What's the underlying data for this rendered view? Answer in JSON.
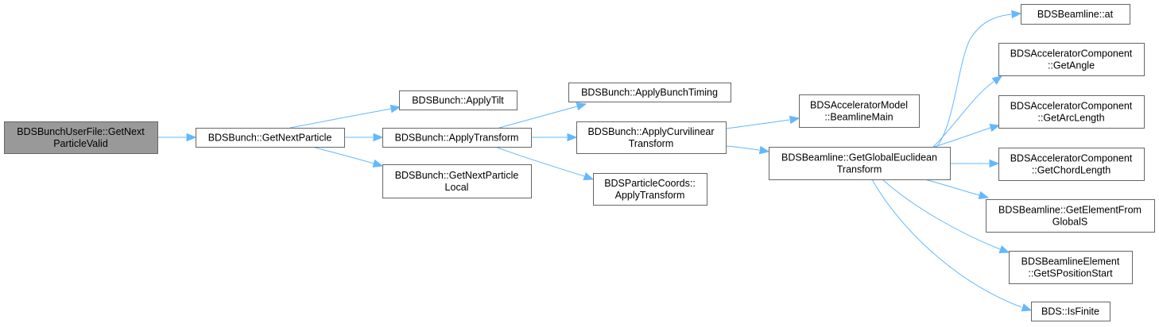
{
  "graph": {
    "edge_color": "#63b8ff",
    "node_border_color": "#666666",
    "root_fill_color": "#999999",
    "nodes": [
      {
        "id": "n0",
        "lines": [
          "BDSBunchUserFile::GetNext",
          "ParticleValid"
        ],
        "root": true
      },
      {
        "id": "n1",
        "lines": [
          "BDSBunch::GetNextParticle"
        ]
      },
      {
        "id": "n2",
        "lines": [
          "BDSBunch::ApplyTilt"
        ]
      },
      {
        "id": "n3",
        "lines": [
          "BDSBunch::ApplyTransform"
        ]
      },
      {
        "id": "n4",
        "lines": [
          "BDSBunch::GetNextParticle",
          "Local"
        ]
      },
      {
        "id": "n5",
        "lines": [
          "BDSBunch::ApplyBunchTiming"
        ]
      },
      {
        "id": "n6",
        "lines": [
          "BDSBunch::ApplyCurvilinear",
          "Transform"
        ]
      },
      {
        "id": "n7",
        "lines": [
          "BDSParticleCoords::",
          "ApplyTransform"
        ]
      },
      {
        "id": "n8",
        "lines": [
          "BDSAcceleratorModel",
          "::BeamlineMain"
        ]
      },
      {
        "id": "n9",
        "lines": [
          "BDSBeamline::GetGlobalEuclidean",
          "Transform"
        ]
      },
      {
        "id": "n10",
        "lines": [
          "BDSBeamline::at"
        ]
      },
      {
        "id": "n11",
        "lines": [
          "BDSAcceleratorComponent",
          "::GetAngle"
        ]
      },
      {
        "id": "n12",
        "lines": [
          "BDSAcceleratorComponent",
          "::GetArcLength"
        ]
      },
      {
        "id": "n13",
        "lines": [
          "BDSAcceleratorComponent",
          "::GetChordLength"
        ]
      },
      {
        "id": "n14",
        "lines": [
          "BDSBeamline::GetElementFrom",
          "GlobalS"
        ]
      },
      {
        "id": "n15",
        "lines": [
          "BDSBeamlineElement",
          "::GetSPositionStart"
        ]
      },
      {
        "id": "n16",
        "lines": [
          "BDS::IsFinite"
        ]
      }
    ],
    "edges": [
      [
        "n0",
        "n1"
      ],
      [
        "n1",
        "n2"
      ],
      [
        "n1",
        "n3"
      ],
      [
        "n1",
        "n4"
      ],
      [
        "n3",
        "n5"
      ],
      [
        "n3",
        "n6"
      ],
      [
        "n3",
        "n7"
      ],
      [
        "n6",
        "n8"
      ],
      [
        "n6",
        "n9"
      ],
      [
        "n9",
        "n10"
      ],
      [
        "n9",
        "n11"
      ],
      [
        "n9",
        "n12"
      ],
      [
        "n9",
        "n13"
      ],
      [
        "n9",
        "n14"
      ],
      [
        "n9",
        "n15"
      ],
      [
        "n9",
        "n16"
      ]
    ]
  }
}
